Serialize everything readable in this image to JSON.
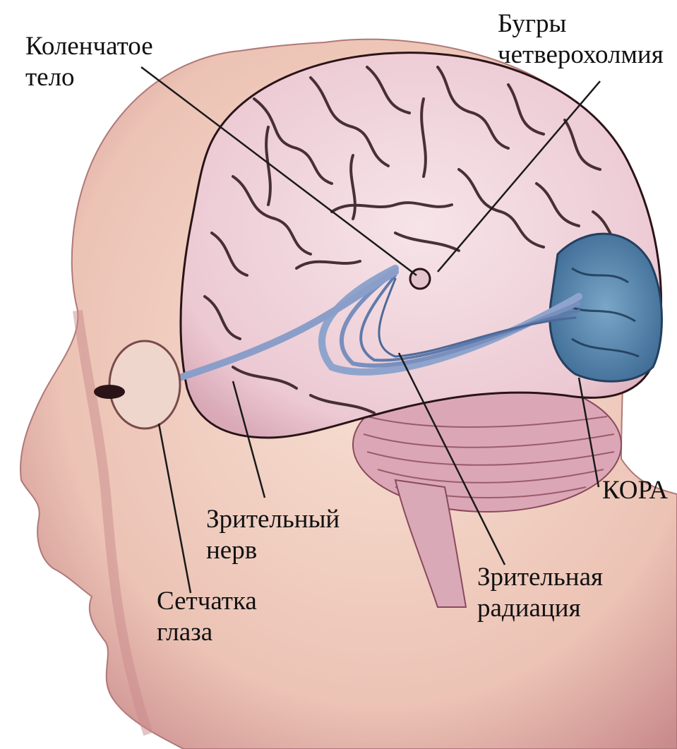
{
  "labels": {
    "geniculate_body": {
      "line1": "Коленчатое",
      "line2": "тело"
    },
    "quadrigeminal_colliculi": {
      "line1": "Бугры",
      "line2": "четверохолмия"
    },
    "cortex": {
      "line1": "КОРА"
    },
    "optic_nerve": {
      "line1": "Зрительный",
      "line2": "нерв"
    },
    "optic_radiation": {
      "line1": "Зрительная",
      "line2": "радиация"
    },
    "retina": {
      "line1": "Сетчатка",
      "line2": "глаза"
    }
  },
  "colors": {
    "skin": "#f3d2c4",
    "skin_shadow": "#c98a8c",
    "brain": "#f2d9df",
    "brain_fold": "#2a1418",
    "visual_pathway": "#8a9ec9",
    "visual_cortex": "#5a86b0",
    "cerebellum": "#dba7b6",
    "leader_line": "#1a1a1a"
  }
}
